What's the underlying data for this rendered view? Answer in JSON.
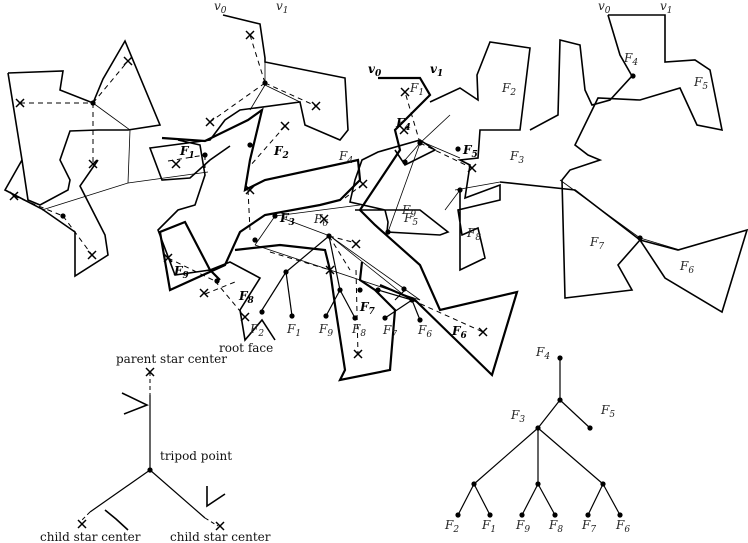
{
  "vertex_labels": {
    "v0": "v",
    "v0_sub": "0",
    "v1": "v",
    "v1_sub": "1"
  },
  "face_prefix": "F",
  "faces": [
    "1",
    "2",
    "3",
    "4",
    "5",
    "6",
    "7",
    "8",
    "9"
  ],
  "captions": {
    "root_face": "root face",
    "parent_star_center": "parent star center",
    "tripod_point": "tripod point",
    "child_star_center": "child star center"
  }
}
